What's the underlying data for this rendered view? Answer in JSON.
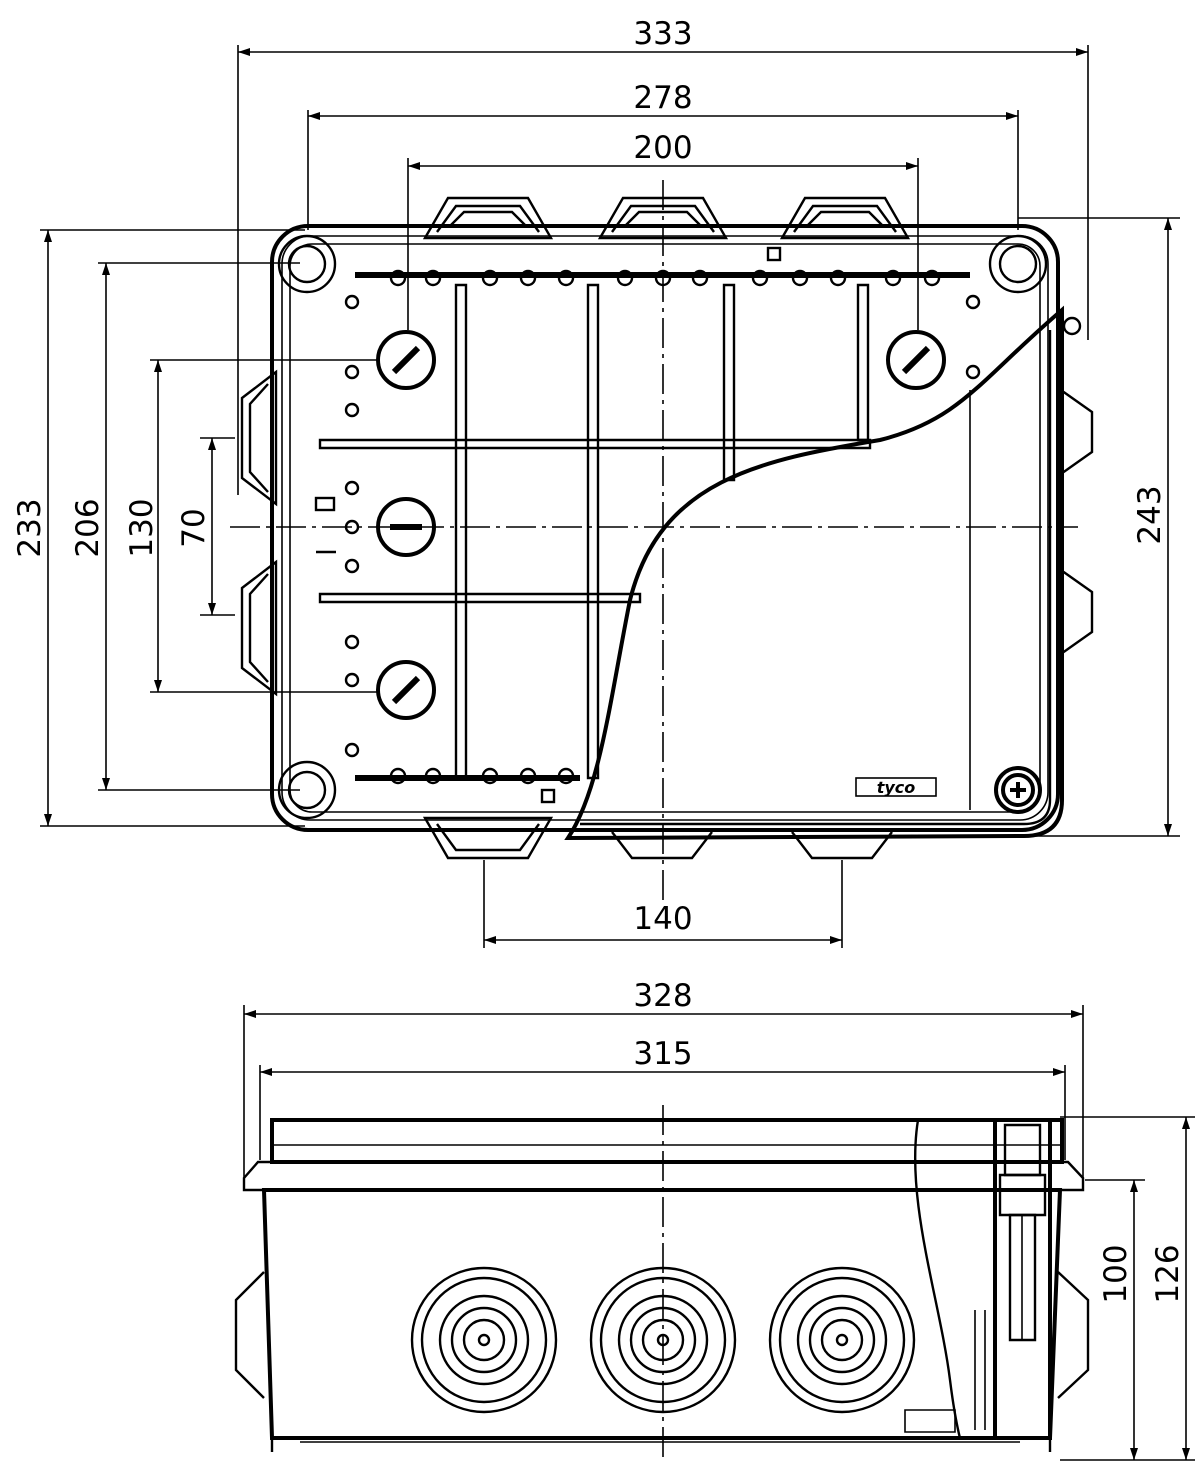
{
  "dimensions": {
    "top": {
      "overall_width": "333",
      "fixing_width": "278",
      "inner_width": "200",
      "overall_height": "233",
      "fixing_height": "206",
      "inner_height_1": "130",
      "inner_height_2": "70",
      "lid_height": "243",
      "bottom_spacing": "140"
    },
    "side": {
      "overall_width": "328",
      "body_width": "315",
      "body_height": "100",
      "overall_height": "126"
    }
  },
  "logo": {
    "text": "tyco"
  },
  "icons": {
    "glands": "cable-gland-icon",
    "screw": "lid-screw-icon",
    "arrow": "dimension-arrow-icon"
  },
  "colors": {
    "line": "#000000",
    "background": "#ffffff"
  }
}
